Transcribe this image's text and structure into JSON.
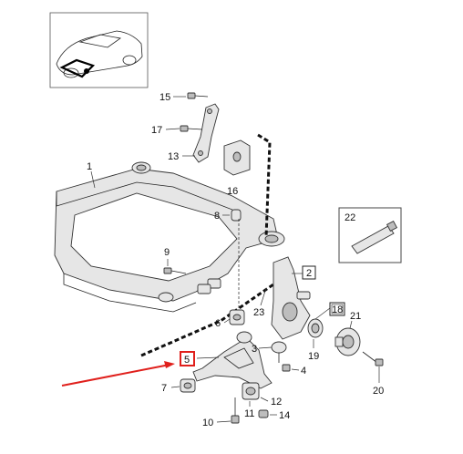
{
  "callouts": {
    "c1": "1",
    "c2": "2",
    "c3": "3",
    "c4": "4",
    "c5": "5",
    "c6": "6",
    "c7": "7",
    "c8": "8",
    "c9": "9",
    "c10": "10",
    "c11": "11",
    "c12": "12",
    "c13": "13",
    "c14": "14",
    "c15": "15",
    "c16": "16",
    "c17": "17",
    "c18": "18",
    "c19": "19",
    "c20": "20",
    "c21": "21",
    "c22": "22",
    "c23": "23"
  },
  "colors": {
    "highlight_arrow": "#e0201c",
    "line": "#222222",
    "part_fill": "#e6e6e6"
  }
}
